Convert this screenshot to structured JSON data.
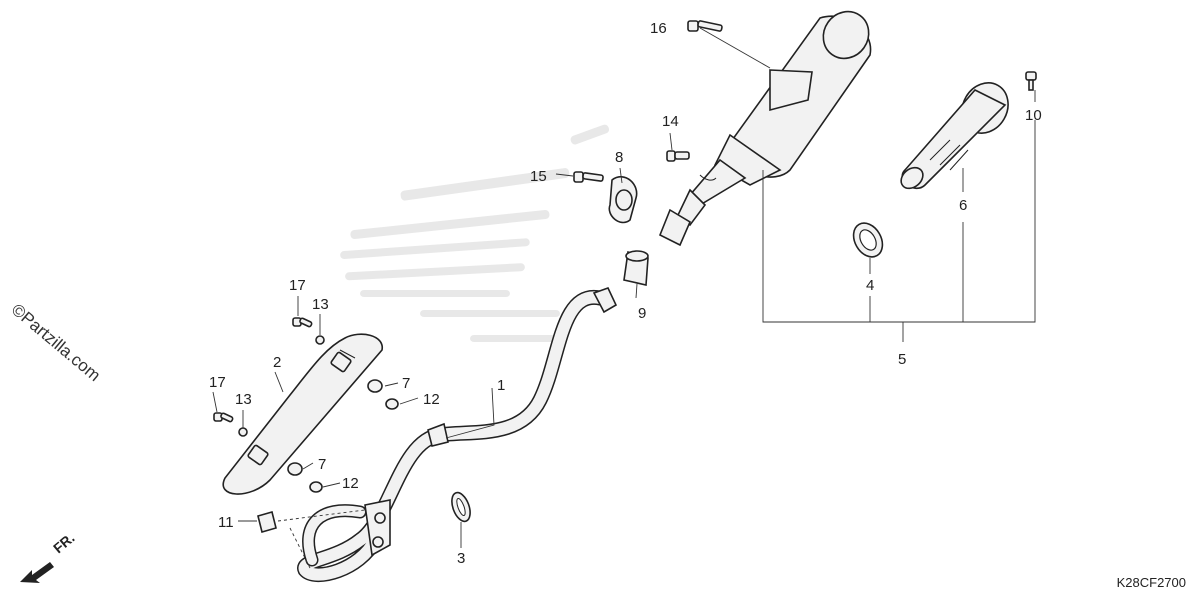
{
  "watermark": "©Partzilla.com",
  "diagram_code": "K28CF2700",
  "front_label": "FR.",
  "callouts": [
    {
      "id": "c1",
      "text": "1"
    },
    {
      "id": "c2",
      "text": "2"
    },
    {
      "id": "c3",
      "text": "3"
    },
    {
      "id": "c4",
      "text": "4"
    },
    {
      "id": "c5",
      "text": "5"
    },
    {
      "id": "c6",
      "text": "6"
    },
    {
      "id": "c7a",
      "text": "7"
    },
    {
      "id": "c7b",
      "text": "7"
    },
    {
      "id": "c8",
      "text": "8"
    },
    {
      "id": "c9",
      "text": "9"
    },
    {
      "id": "c10",
      "text": "10"
    },
    {
      "id": "c11",
      "text": "11"
    },
    {
      "id": "c12a",
      "text": "12"
    },
    {
      "id": "c12b",
      "text": "12"
    },
    {
      "id": "c13a",
      "text": "13"
    },
    {
      "id": "c13b",
      "text": "13"
    },
    {
      "id": "c14",
      "text": "14"
    },
    {
      "id": "c15",
      "text": "15"
    },
    {
      "id": "c16",
      "text": "16"
    },
    {
      "id": "c17a",
      "text": "17"
    },
    {
      "id": "c17b",
      "text": "17"
    }
  ]
}
